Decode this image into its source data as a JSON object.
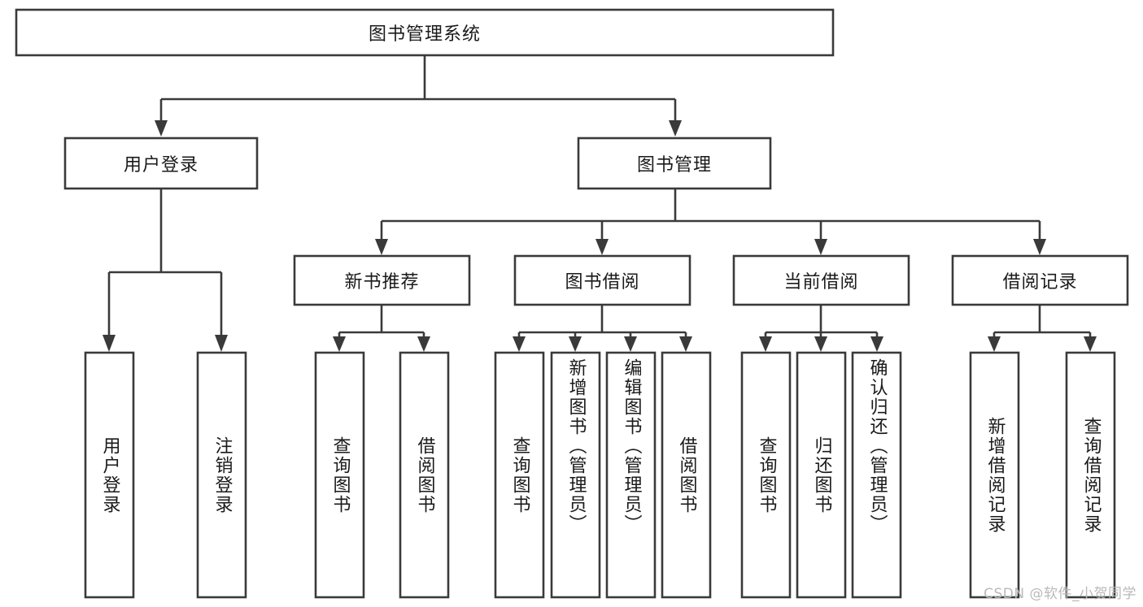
{
  "diagram": {
    "type": "tree",
    "title": "图书管理系统",
    "watermark": "CSDN @软件_小贺同学",
    "colors": {
      "stroke": "#3a3a3a",
      "fill": "#ffffff",
      "text": "#1a1a1a",
      "watermark": "#b9b9b9",
      "background": "#ffffff"
    },
    "root": {
      "label": "图书管理系统"
    },
    "level2": [
      {
        "label": "用户登录"
      },
      {
        "label": "图书管理"
      }
    ],
    "level3": [
      {
        "label": "新书推荐"
      },
      {
        "label": "图书借阅"
      },
      {
        "label": "当前借阅"
      },
      {
        "label": "借阅记录"
      }
    ],
    "leaves": {
      "user_login": [
        {
          "label": "用户登录",
          "align": "center"
        },
        {
          "label": "注销登录",
          "align": "center"
        }
      ],
      "new_book": [
        {
          "label": "查询图书",
          "align": "center"
        },
        {
          "label": "借阅图书",
          "align": "center"
        }
      ],
      "book_borrow": [
        {
          "label": "查询图书",
          "align": "center"
        },
        {
          "label": "新增图书（管理员）",
          "align": "top"
        },
        {
          "label": "编辑图书（管理员）",
          "align": "top"
        },
        {
          "label": "借阅图书",
          "align": "center"
        }
      ],
      "current_borrow": [
        {
          "label": "查询图书",
          "align": "center"
        },
        {
          "label": "归还图书",
          "align": "center"
        },
        {
          "label": "确认归还（管理员）",
          "align": "top"
        }
      ],
      "borrow_record": [
        {
          "label": "新增借阅记录",
          "align": "center"
        },
        {
          "label": "查询借阅记录",
          "align": "center"
        }
      ]
    }
  }
}
